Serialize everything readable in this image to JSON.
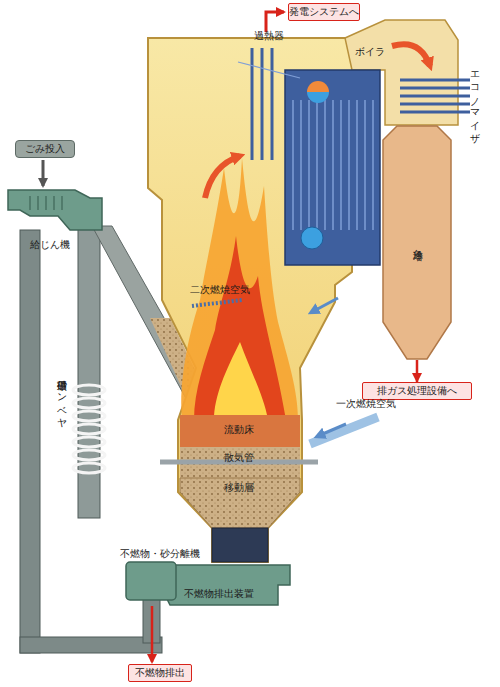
{
  "diagram": {
    "nodes": [
      {
        "text": [
          "ごみ投入"
        ]
      },
      {
        "text": [
          "発電システムへ"
        ]
      },
      {
        "text": [
          "急冷塔"
        ]
      },
      {
        "text": [
          "排ガス処理設備へ"
        ]
      },
      {
        "text": [
          "不燃物排出"
        ]
      }
    ],
    "edges": [
      {
        "from": 2,
        "to": 3,
        "arrow": "to"
      }
    ],
    "labels": [
      "過熱器",
      "ボイラ",
      "エコノマイザ",
      "給じん機",
      "砂循環コンベヤ",
      "二次燃焼空気",
      "流動床",
      "散気管",
      "移動層",
      "一次燃焼空気",
      "不燃物・砂分離機",
      "不燃物排出装置"
    ]
  }
}
